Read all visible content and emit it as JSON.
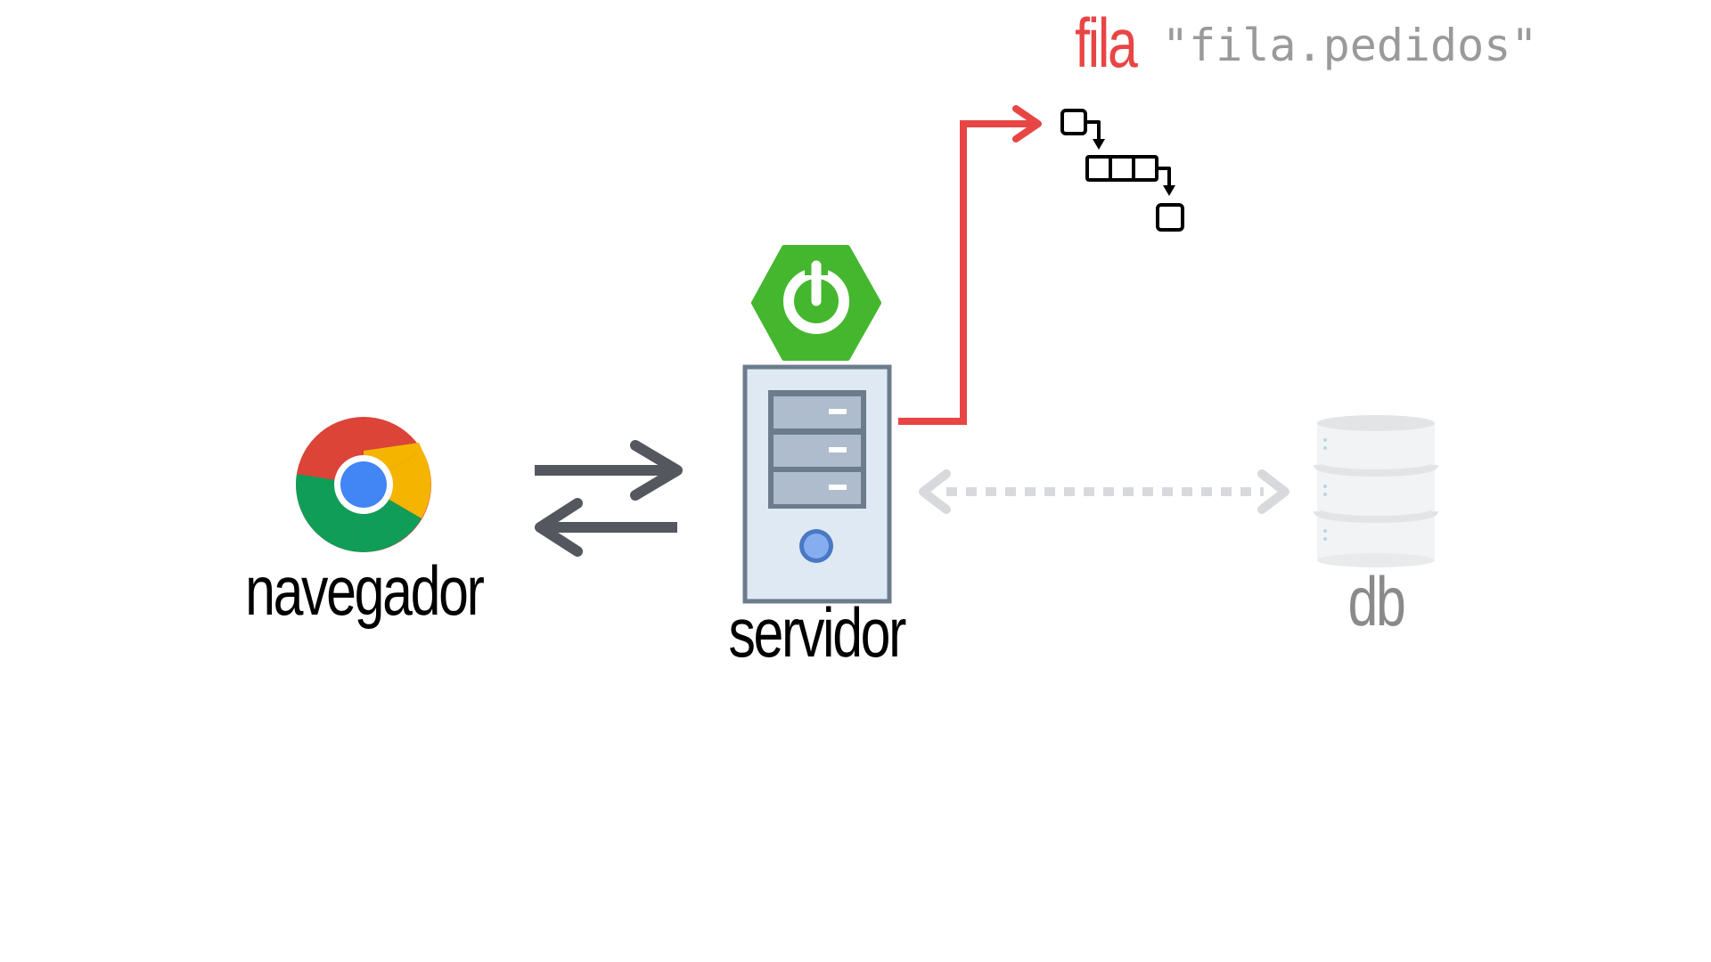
{
  "nodes": {
    "browser": {
      "label": "navegador",
      "icon": "chrome-icon"
    },
    "server": {
      "label": "servidor",
      "icon": "server-icon",
      "badge_icon": "spring-power-icon"
    },
    "database": {
      "label": "db",
      "icon": "database-icon"
    }
  },
  "queue": {
    "title": "fila",
    "name": "\"fila.pedidos\"",
    "icon": "queue-icon"
  },
  "colors": {
    "dark": "#000000",
    "arrow_dark": "#54585e",
    "queue_red": "#e84545",
    "db_gray": "#8a8a8a",
    "db_arrow": "#d7d9dc",
    "spring_green": "#44b72e",
    "server_fill": "#dfe9f3",
    "server_stroke": "#6c7c8c",
    "drive_fill": "#aebccd"
  }
}
